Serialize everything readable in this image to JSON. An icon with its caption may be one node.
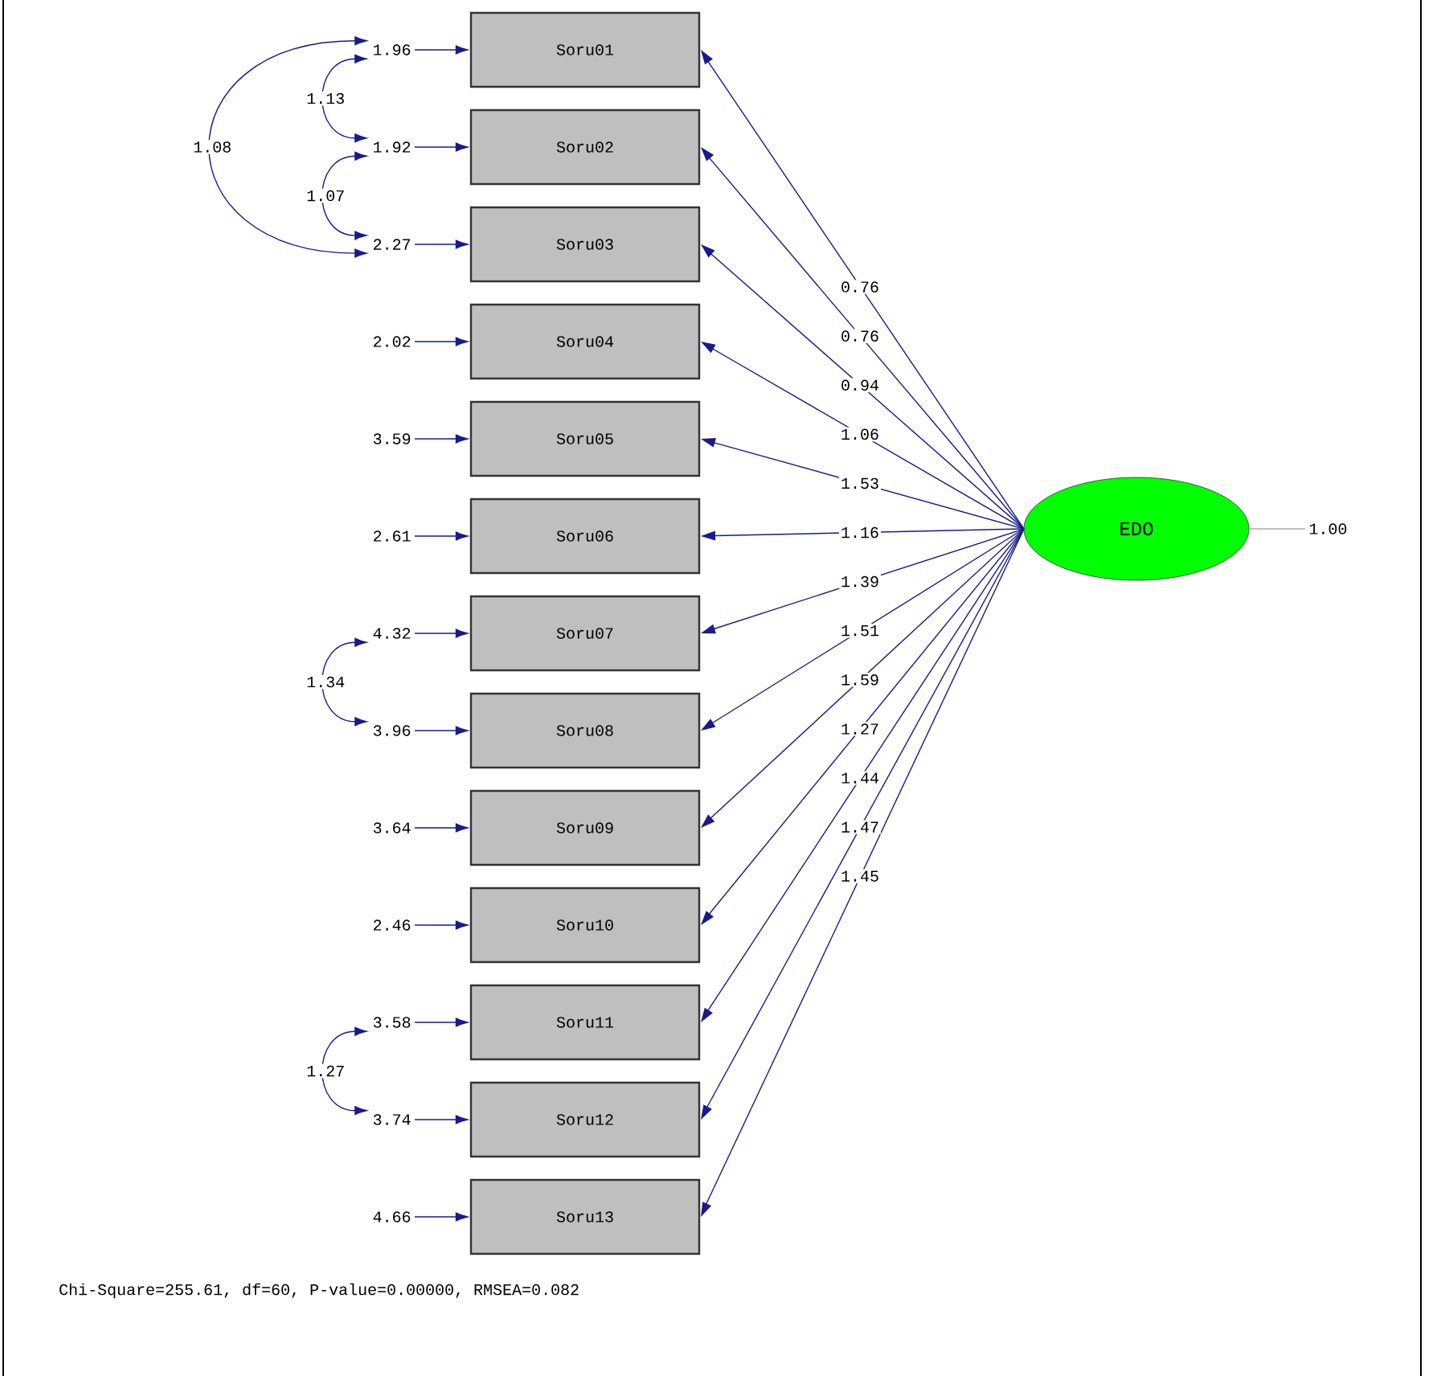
{
  "diagram": {
    "caption": "Chi-Square=255.61, df=60, P-value=0.00000, RMSEA=0.082",
    "nodes": [
      {
        "text": [
          "Soru01"
        ]
      },
      {
        "text": [
          "Soru02"
        ]
      },
      {
        "text": [
          "Soru03"
        ]
      },
      {
        "text": [
          "Soru04"
        ]
      },
      {
        "text": [
          "Soru05"
        ]
      },
      {
        "text": [
          "Soru06"
        ]
      },
      {
        "text": [
          "Soru07"
        ]
      },
      {
        "text": [
          "Soru08"
        ]
      },
      {
        "text": [
          "Soru09"
        ]
      },
      {
        "text": [
          "Soru10"
        ]
      },
      {
        "text": [
          "Soru11"
        ]
      },
      {
        "text": [
          "Soru12"
        ]
      },
      {
        "text": [
          "Soru13"
        ]
      },
      {
        "text": [
          "EDO"
        ]
      },
      {
        "text": [
          "1.96"
        ]
      },
      {
        "text": [
          "1.92"
        ]
      },
      {
        "text": [
          "2.27"
        ]
      },
      {
        "text": [
          "2.02"
        ]
      },
      {
        "text": [
          "3.59"
        ]
      },
      {
        "text": [
          "2.61"
        ]
      },
      {
        "text": [
          "4.32"
        ]
      },
      {
        "text": [
          "3.96"
        ]
      },
      {
        "text": [
          "3.64"
        ]
      },
      {
        "text": [
          "2.46"
        ]
      },
      {
        "text": [
          "3.58"
        ]
      },
      {
        "text": [
          "3.74"
        ]
      },
      {
        "text": [
          "4.66"
        ]
      },
      {
        "text": [
          "1.00"
        ]
      }
    ],
    "edges": [
      {
        "from": 13,
        "to": 0,
        "arrow": "to",
        "label": "0.76"
      },
      {
        "from": 13,
        "to": 1,
        "arrow": "to",
        "label": "0.76"
      },
      {
        "from": 13,
        "to": 2,
        "arrow": "to",
        "label": "0.94"
      },
      {
        "from": 13,
        "to": 3,
        "arrow": "to",
        "label": "1.06"
      },
      {
        "from": 13,
        "to": 4,
        "arrow": "to",
        "label": "1.53"
      },
      {
        "from": 13,
        "to": 5,
        "arrow": "to",
        "label": "1.16"
      },
      {
        "from": 13,
        "to": 6,
        "arrow": "to",
        "label": "1.39"
      },
      {
        "from": 13,
        "to": 7,
        "arrow": "to",
        "label": "1.51"
      },
      {
        "from": 13,
        "to": 8,
        "arrow": "to",
        "label": "1.59"
      },
      {
        "from": 13,
        "to": 9,
        "arrow": "to",
        "label": "1.27"
      },
      {
        "from": 13,
        "to": 10,
        "arrow": "to",
        "label": "1.44"
      },
      {
        "from": 13,
        "to": 11,
        "arrow": "to",
        "label": "1.47"
      },
      {
        "from": 13,
        "to": 12,
        "arrow": "to",
        "label": "1.45"
      },
      {
        "from": 14,
        "to": 0,
        "arrow": "to"
      },
      {
        "from": 15,
        "to": 1,
        "arrow": "to"
      },
      {
        "from": 16,
        "to": 2,
        "arrow": "to"
      },
      {
        "from": 17,
        "to": 3,
        "arrow": "to"
      },
      {
        "from": 18,
        "to": 4,
        "arrow": "to"
      },
      {
        "from": 19,
        "to": 5,
        "arrow": "to"
      },
      {
        "from": 20,
        "to": 6,
        "arrow": "to"
      },
      {
        "from": 21,
        "to": 7,
        "arrow": "to"
      },
      {
        "from": 22,
        "to": 8,
        "arrow": "to"
      },
      {
        "from": 23,
        "to": 9,
        "arrow": "to"
      },
      {
        "from": 24,
        "to": 10,
        "arrow": "to"
      },
      {
        "from": 25,
        "to": 11,
        "arrow": "to"
      },
      {
        "from": 26,
        "to": 12,
        "arrow": "to"
      },
      {
        "from": 14,
        "to": 15,
        "arrow": "both",
        "label": "1.13"
      },
      {
        "from": 14,
        "to": 16,
        "arrow": "both",
        "label": "1.08"
      },
      {
        "from": 15,
        "to": 16,
        "arrow": "both",
        "label": "1.07"
      },
      {
        "from": 20,
        "to": 21,
        "arrow": "both",
        "label": "1.34"
      },
      {
        "from": 24,
        "to": 25,
        "arrow": "both",
        "label": "1.27"
      },
      {
        "from": 13,
        "to": 27,
        "arrow": "none",
        "color": "#aaaaaa"
      }
    ]
  }
}
